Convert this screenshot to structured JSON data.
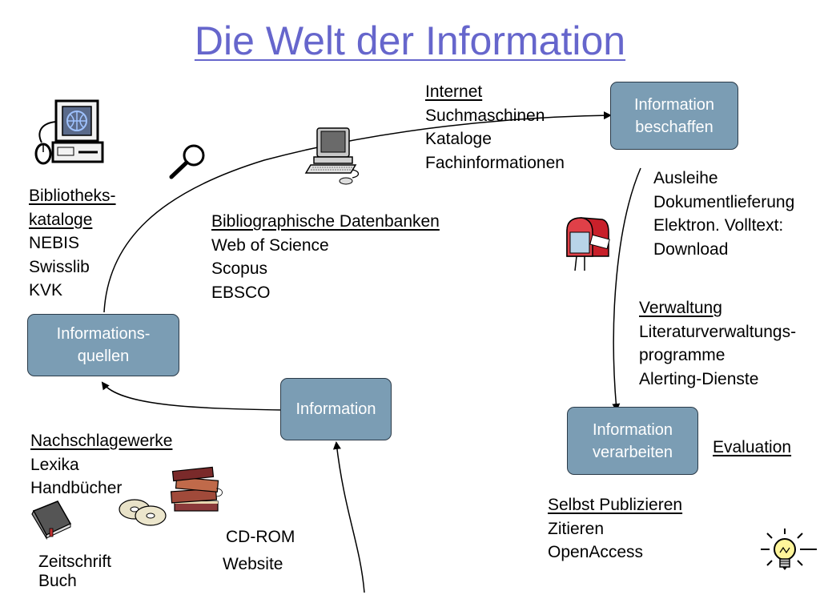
{
  "title": "Die Welt der Information",
  "boxes": {
    "beschaffen": [
      "Information",
      "beschaffen"
    ],
    "quellen": [
      "Informations-",
      "quellen"
    ],
    "information": "Information",
    "verarbeiten": [
      "Information",
      "verarbeiten"
    ]
  },
  "internet_list": [
    "Internet",
    "Suchmaschinen",
    "Kataloge",
    "Fachinformationen"
  ],
  "ausleihe_list": [
    "Ausleihe",
    "Dokumentlieferung",
    "Elektron. Volltext:",
    "Download"
  ],
  "bibliotheks_list": [
    "Bibliotheks-",
    "kataloge",
    "NEBIS",
    "Swisslib",
    "KVK"
  ],
  "datenbanken_list": [
    "Bibliographische Datenbanken",
    "Web of Science",
    "Scopus",
    "EBSCO"
  ],
  "verwaltung_list": [
    "Verwaltung",
    "Literaturverwaltungs-",
    "programme",
    "Alerting-Dienste"
  ],
  "evaluation": "Evaluation",
  "nachschlage_list": [
    "Nachschlagewerke",
    "Lexika",
    "Handbücher"
  ],
  "publizieren_list": [
    "Selbst Publizieren",
    "Zitieren",
    "OpenAccess"
  ],
  "cdrom": "CD-ROM",
  "website": "Website",
  "zeitschrift": [
    "Zeitschrift",
    "Buch"
  ],
  "icons": [
    "computer-terminal-icon",
    "magnifier-icon",
    "desktop-computer-icon",
    "mailbox-icon",
    "closed-book-icon",
    "cd-discs-icon",
    "book-stack-icon",
    "light-bulb-icon"
  ]
}
